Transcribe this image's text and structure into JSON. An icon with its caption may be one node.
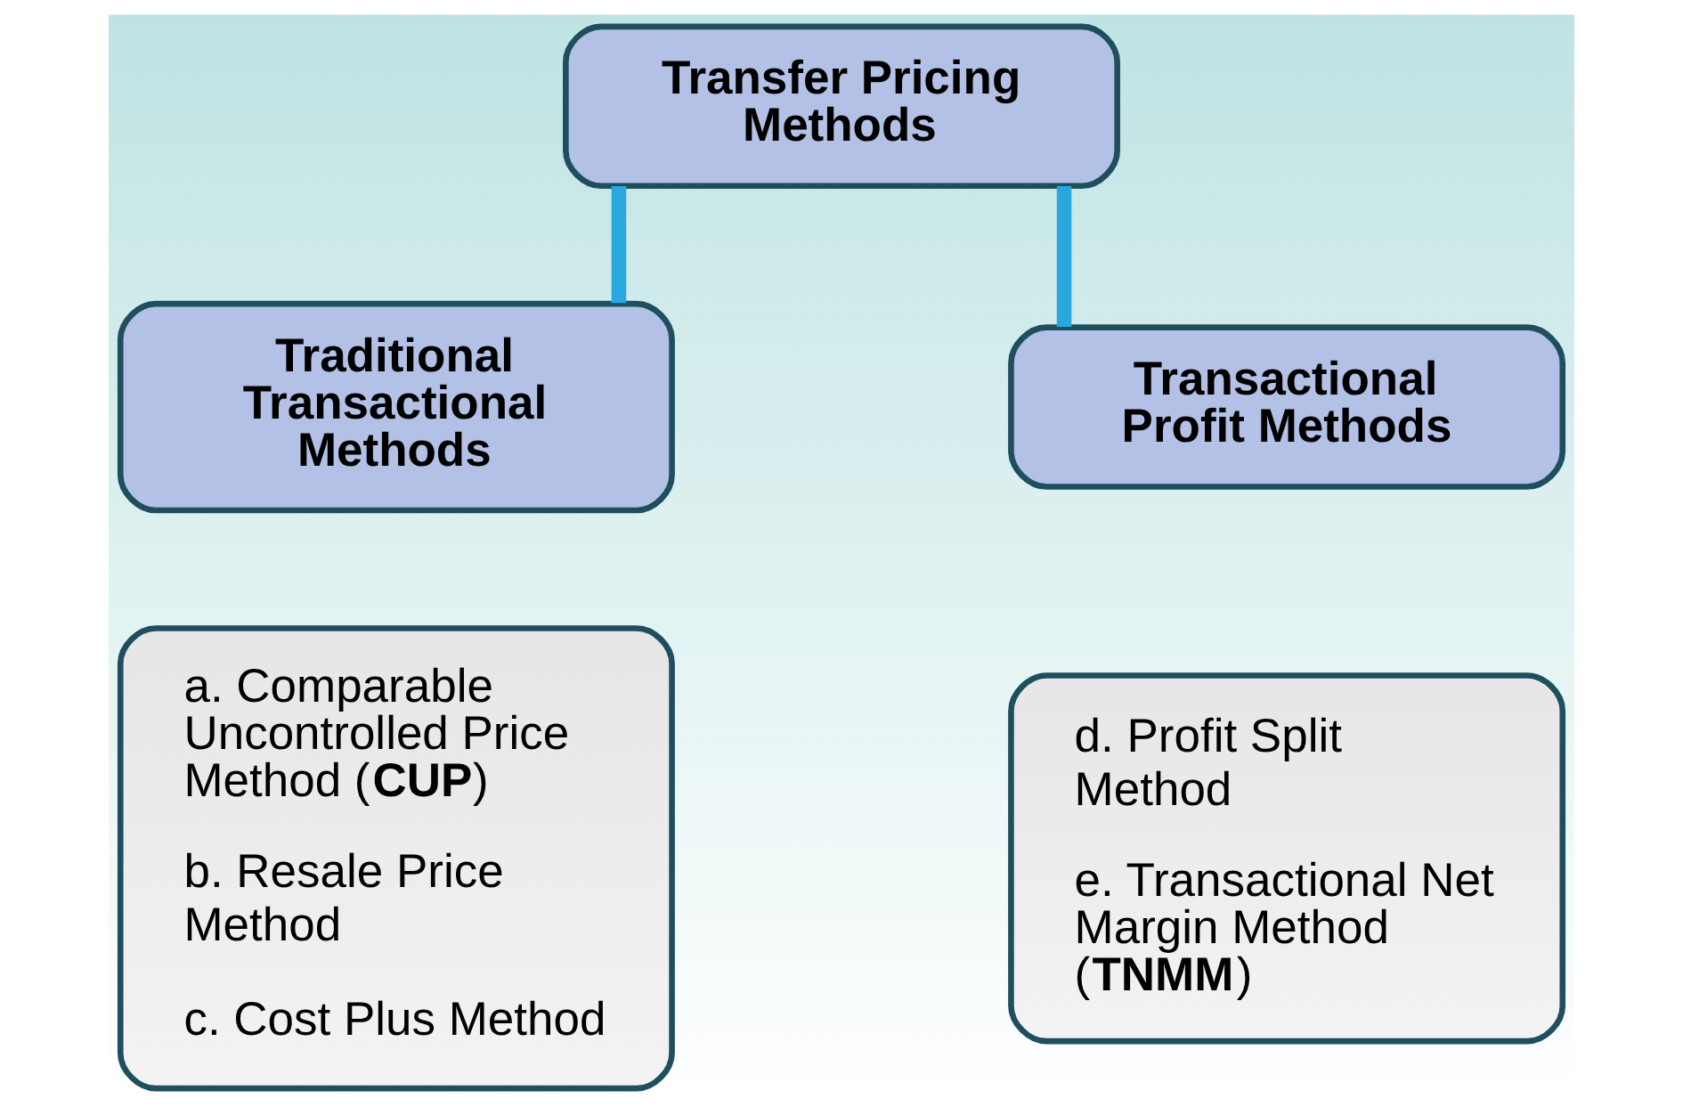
{
  "diagram": {
    "nodes": [
      {
        "text": [
          "Transfer Pricing Methods"
        ]
      },
      {
        "text": [
          "Traditional Transactional Methods"
        ]
      },
      {
        "text": [
          "Transactional Profit Methods"
        ]
      },
      {
        "text": [
          "a. Comparable Uncontrolled Price Method (**CUP**)",
          "b. Resale Price Method",
          "c. Cost Plus Method"
        ]
      },
      {
        "text": [
          "d. Profit Split Method",
          "e. Transactional Net Margin Method (**TNMM**)"
        ]
      }
    ],
    "edges": [
      {
        "from": 0,
        "to": 1,
        "arrow": "none"
      },
      {
        "from": 0,
        "to": 2,
        "arrow": "none"
      }
    ]
  }
}
